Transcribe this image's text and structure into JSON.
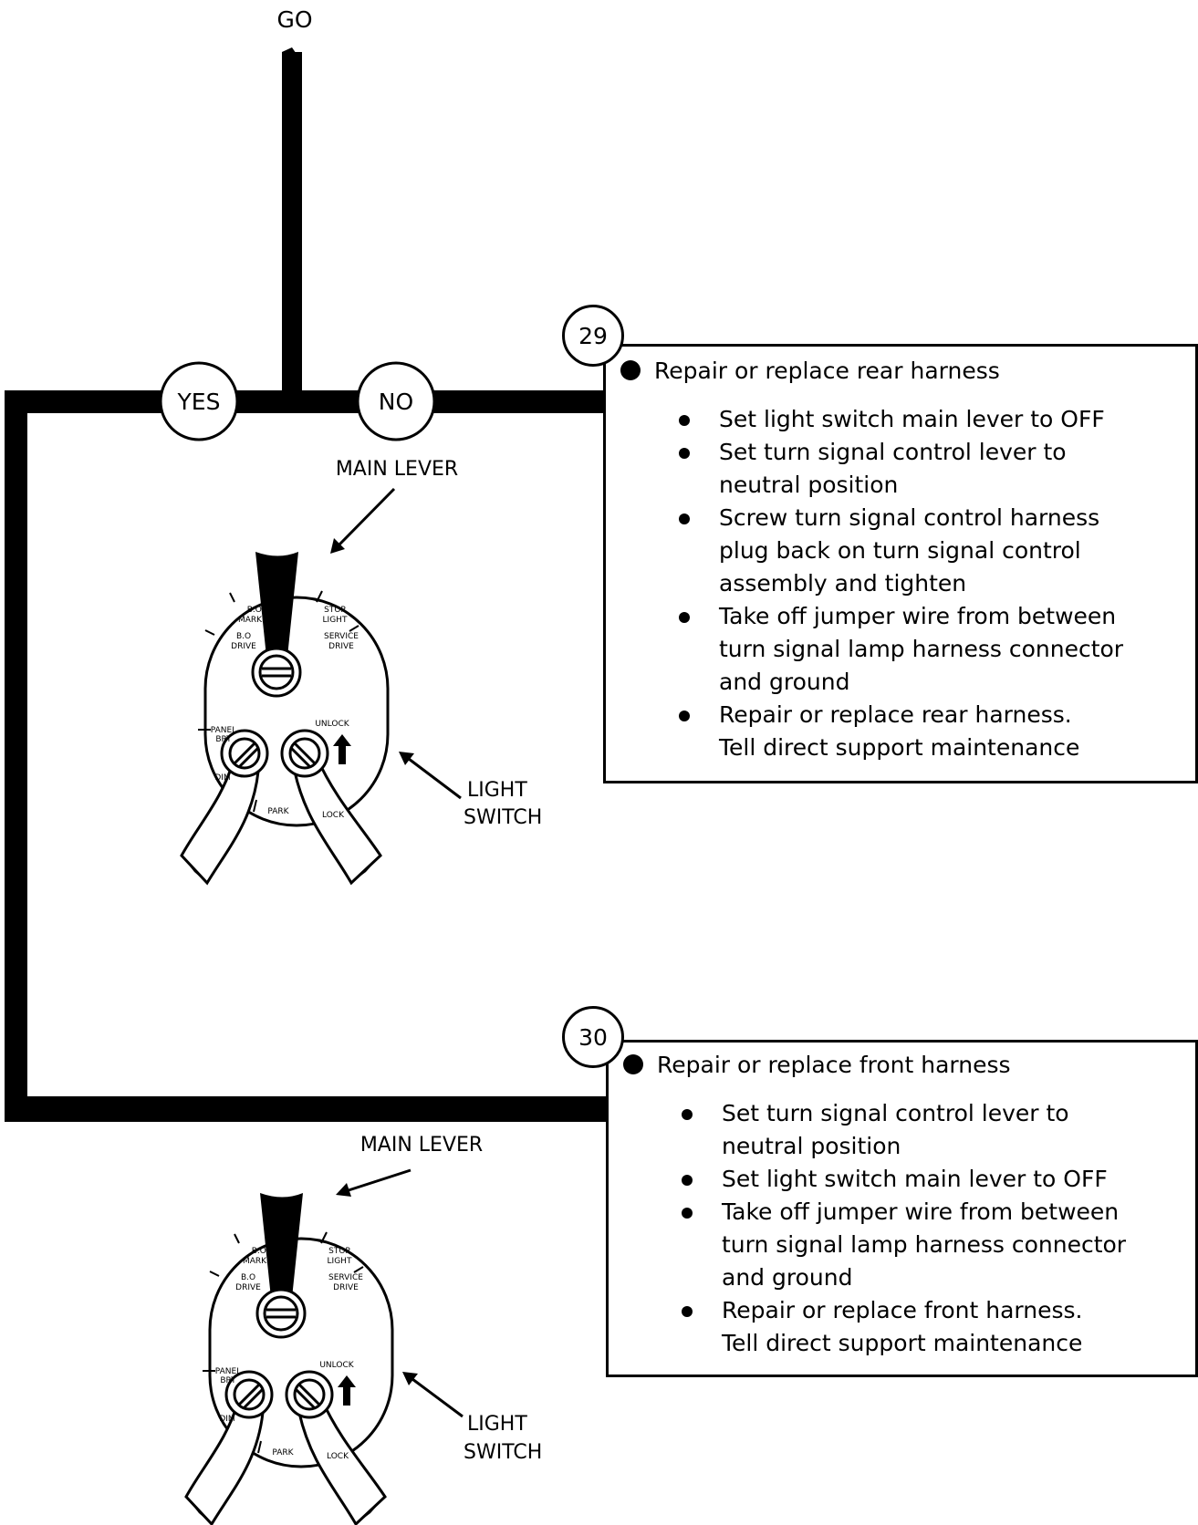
{
  "flow": {
    "top_label": "GO",
    "yes_label": "YES",
    "no_label": "NO"
  },
  "switch_labels": {
    "main_lever": "MAIN LEVER",
    "light_switch_line1": "LIGHT",
    "light_switch_line2": "SWITCH",
    "bo_marker_1": "B.O.",
    "bo_marker_2": "MARKER",
    "bo_drive_1": "B.O",
    "bo_drive_2": "DRIVE",
    "stop_light_1": "STOP",
    "stop_light_2": "LIGHT",
    "service_drive_1": "SERVICE",
    "service_drive_2": "DRIVE",
    "panel_brt_1": "PANEL",
    "panel_brt_2": "BRT",
    "dim": "DIM",
    "unlock": "UNLOCK",
    "park": "PARK",
    "lock": "LOCK"
  },
  "step29": {
    "number": "29",
    "title": "Repair or replace rear harness",
    "substeps": [
      "Set light switch main lever to OFF",
      "Set turn signal control lever to\nneutral position",
      "Screw turn signal control harness\nplug back on turn signal control\nassembly and tighten",
      "Take off jumper wire from between\nturn signal lamp harness connector\nand ground",
      "Repair or replace rear harness.\nTell direct support maintenance"
    ]
  },
  "step30": {
    "number": "30",
    "title": "Repair or replace front harness",
    "substeps": [
      "Set turn signal control lever to\nneutral position",
      "Set light switch main lever to OFF",
      "Take off jumper wire from between\nturn signal lamp harness connector\nand ground",
      "Repair or replace front harness.\nTell direct support maintenance"
    ]
  }
}
